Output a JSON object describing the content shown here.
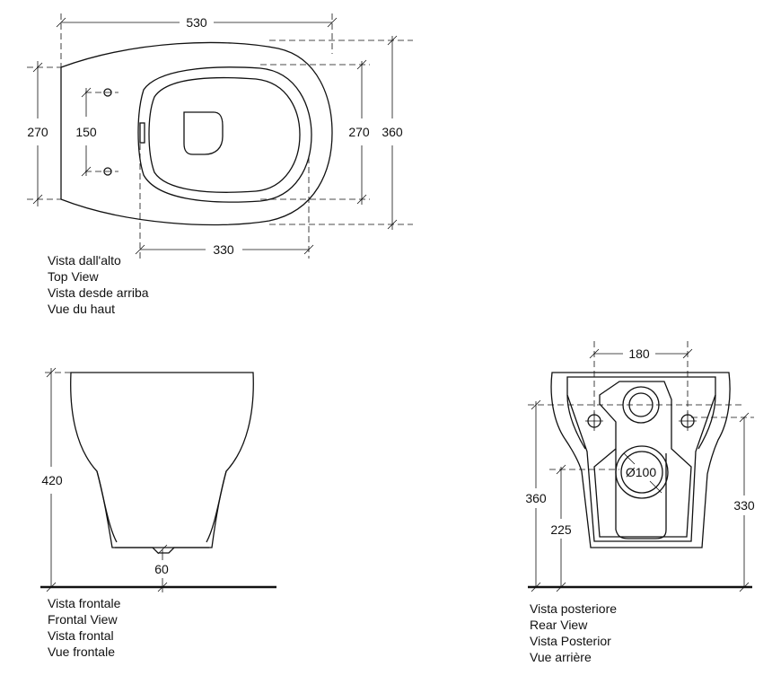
{
  "top_view": {
    "captions": [
      "Vista dall'alto",
      "Top View",
      "Vista desde arriba",
      "Vue du haut"
    ],
    "dims": {
      "length": "530",
      "width_left": "270",
      "hole_spacing": "150",
      "width_inner": "270",
      "width_total": "360",
      "seat_depth": "330"
    }
  },
  "front_view": {
    "captions": [
      "Vista frontale",
      "Frontal View",
      "Vista frontal",
      "Vue frontale"
    ],
    "dims": {
      "height": "420",
      "base": "60"
    }
  },
  "rear_view": {
    "captions": [
      "Vista posteriore",
      "Rear View",
      "Vista Posterior",
      "Vue arrière"
    ],
    "dims": {
      "bolt_spacing": "180",
      "outlet": "Ø100",
      "bolt_height": "360",
      "outlet_height": "225",
      "top_height": "330"
    }
  }
}
